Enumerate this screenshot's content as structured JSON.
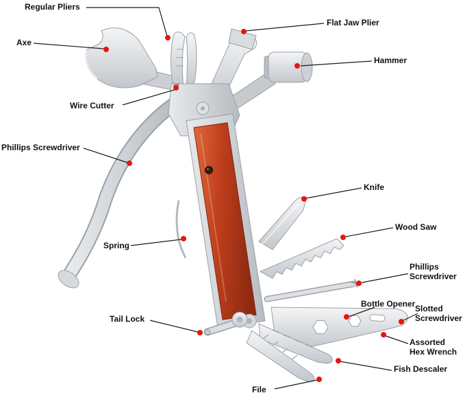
{
  "diagram": {
    "subject": "Multi-tool camping hammer/axe with labeled fold-out tools",
    "background": "#ffffff"
  },
  "colors": {
    "callout_dot": "#e8150f",
    "leader_line": "#1a1a1a",
    "label_text": "#111111",
    "metal_light": "#eceef0",
    "metal_mid": "#c9cdd1",
    "wood_handle": "#b8431f"
  },
  "labels": {
    "regular_pliers": "Regular Pliers",
    "axe": "Axe",
    "flat_jaw_plier": "Flat Jaw Plier",
    "hammer": "Hammer",
    "wire_cutter": "Wire Cutter",
    "phillips_screwdriver_left": "Phillips Screwdriver",
    "knife": "Knife",
    "wood_saw": "Wood Saw",
    "phillips_screwdriver_right_line1": "Phillips",
    "phillips_screwdriver_right_line2": "Screwdriver",
    "spring": "Spring",
    "bottle_opener": "Bottle Opener",
    "slotted_screwdriver_line1": "Slotted",
    "slotted_screwdriver_line2": "Screwdriver",
    "tail_lock": "Tail Lock",
    "assorted_hex_wrench_line1": "Assorted",
    "assorted_hex_wrench_line2": "Hex Wrench",
    "fish_descaler": "Fish Descaler",
    "file": "File"
  }
}
